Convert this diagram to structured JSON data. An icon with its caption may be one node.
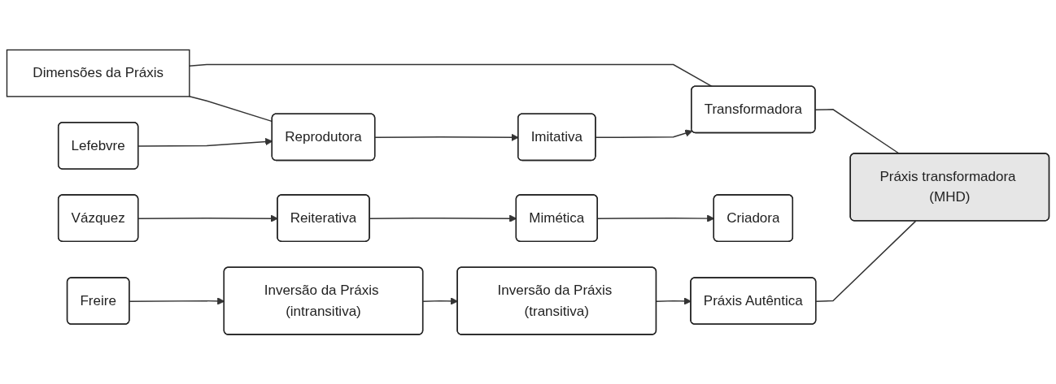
{
  "diagram": {
    "nodes": [
      {
        "text": [
          "Dimensões da Práxis"
        ]
      },
      {
        "text": [
          "Lefebvre"
        ]
      },
      {
        "text": [
          "Reprodutora"
        ]
      },
      {
        "text": [
          "Imitativa"
        ]
      },
      {
        "text": [
          "Transformadora"
        ]
      },
      {
        "text": [
          "Vázquez"
        ]
      },
      {
        "text": [
          "Reiterativa"
        ]
      },
      {
        "text": [
          "Mimética"
        ]
      },
      {
        "text": [
          "Criadora"
        ]
      },
      {
        "text": [
          "Freire"
        ]
      },
      {
        "text": [
          "Inversão da Práxis (intransitiva)"
        ]
      },
      {
        "text": [
          "Inversão da Práxis (transitiva)"
        ]
      },
      {
        "text": [
          "Práxis Autêntica"
        ]
      },
      {
        "text": [
          "Práxis transformadora (MHD)"
        ]
      }
    ],
    "edges": [
      {
        "from": 0,
        "to": 2,
        "arrow": "none"
      },
      {
        "from": 0,
        "to": 4,
        "arrow": "none"
      },
      {
        "from": 1,
        "to": 2,
        "arrow": "to"
      },
      {
        "from": 2,
        "to": 3,
        "arrow": "to"
      },
      {
        "from": 3,
        "to": 4,
        "arrow": "to"
      },
      {
        "from": 5,
        "to": 6,
        "arrow": "to"
      },
      {
        "from": 6,
        "to": 7,
        "arrow": "to"
      },
      {
        "from": 7,
        "to": 8,
        "arrow": "to"
      },
      {
        "from": 9,
        "to": 10,
        "arrow": "to"
      },
      {
        "from": 10,
        "to": 11,
        "arrow": "to"
      },
      {
        "from": 11,
        "to": 12,
        "arrow": "to"
      },
      {
        "from": 4,
        "to": 13,
        "arrow": "none"
      },
      {
        "from": 12,
        "to": 13,
        "arrow": "none"
      }
    ]
  }
}
